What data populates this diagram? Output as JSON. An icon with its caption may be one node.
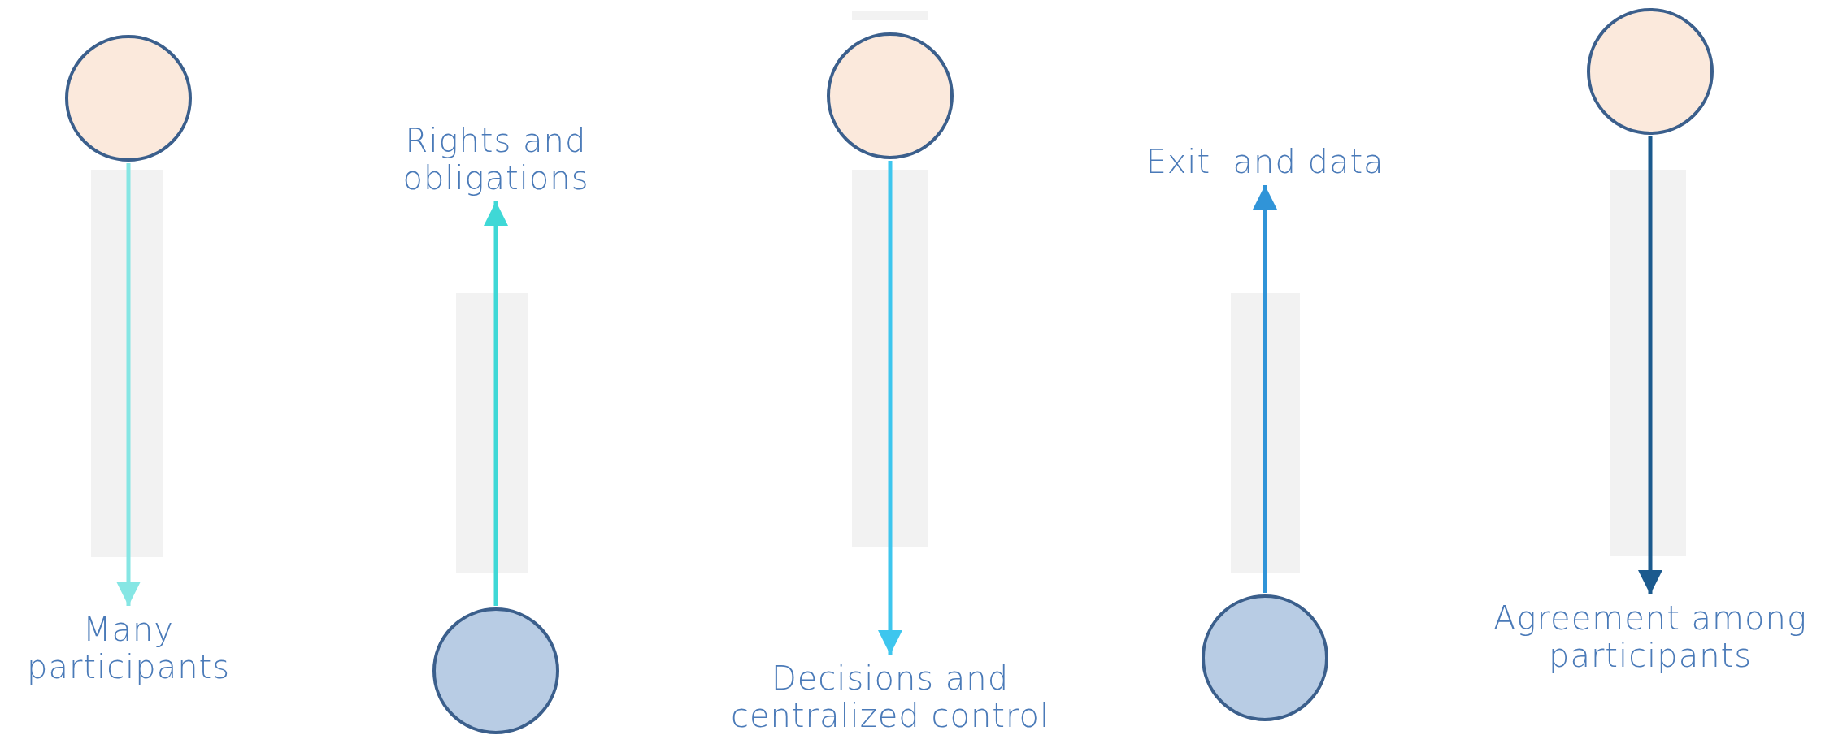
{
  "diagram": {
    "nodes": [
      {
        "text": [],
        "shape": "circle"
      },
      {
        "text": [
          "Many participants"
        ]
      },
      {
        "text": [
          "Rights and obligations"
        ]
      },
      {
        "text": [],
        "shape": "circle"
      },
      {
        "text": [],
        "shape": "circle"
      },
      {
        "text": [
          "Decisions and centralized control"
        ]
      },
      {
        "text": [
          "Exit  and data"
        ]
      },
      {
        "text": [],
        "shape": "circle"
      },
      {
        "text": [],
        "shape": "circle"
      },
      {
        "text": [
          "Agreement among participants"
        ]
      }
    ],
    "edges": [
      {
        "from": 0,
        "to": 1,
        "arrow": "to",
        "color": "#86e6e4"
      },
      {
        "from": 3,
        "to": 2,
        "arrow": "to",
        "color": "#3fd8d6"
      },
      {
        "from": 4,
        "to": 5,
        "arrow": "to",
        "color": "#3ec6ee"
      },
      {
        "from": 7,
        "to": 6,
        "arrow": "to",
        "color": "#3094d8"
      },
      {
        "from": 8,
        "to": 9,
        "arrow": "to",
        "color": "#1b5a8e"
      }
    ]
  }
}
